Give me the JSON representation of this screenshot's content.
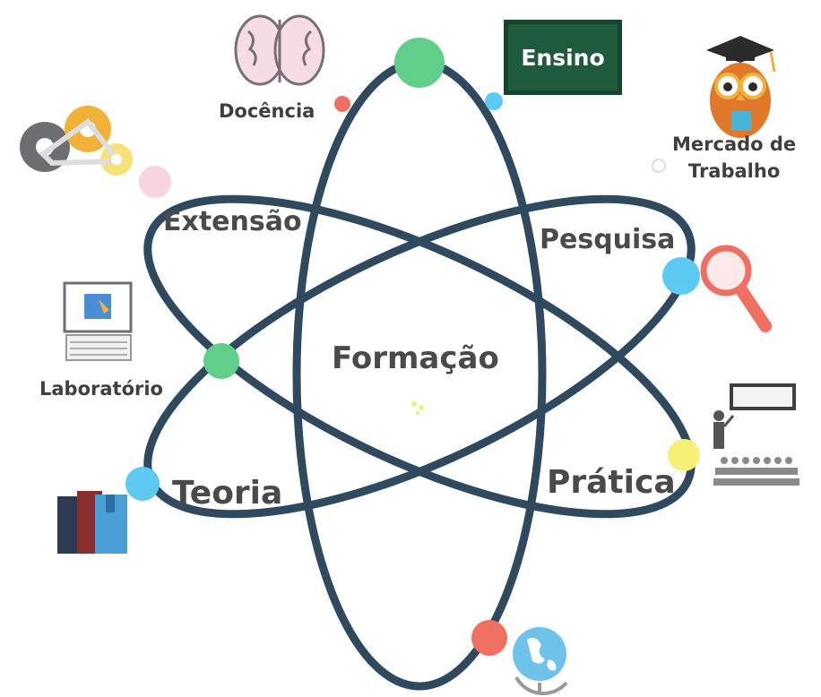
{
  "center": {
    "label": "Formação"
  },
  "orbit_labels": {
    "extensao": "Extensão",
    "pesquisa": "Pesquisa",
    "teoria": "Teoria",
    "pratica": "Prática"
  },
  "outer_labels": {
    "docencia": "Docência",
    "ensino": "Ensino",
    "mercado_line1": "Mercado de",
    "mercado_line2": "Trabalho",
    "laboratorio": "Laboratório"
  },
  "colors": {
    "orbit": "#2f4a5e",
    "green": "#5fcf8a",
    "red": "#ef6f62",
    "blue": "#5ccaf2",
    "yellow": "#f7f17a",
    "pink": "#f6d5dc",
    "board": "#1f5b3c"
  },
  "icons": [
    "brain-icon",
    "chalkboard-icon",
    "owl-graduate-icon",
    "gears-icon",
    "magnifier-icon",
    "computer-icon",
    "lecture-audience-icon",
    "books-icon",
    "globe-icon"
  ]
}
